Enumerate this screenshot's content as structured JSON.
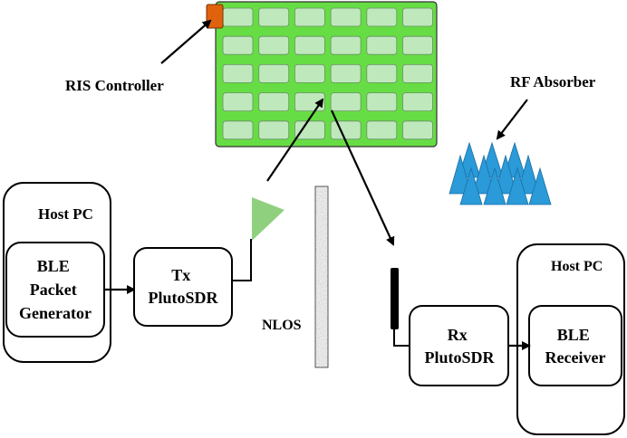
{
  "labels": {
    "ris_controller": "RIS Controller",
    "rf_absorber": "RF Absorber",
    "host_pc_left": "Host PC",
    "host_pc_right": "Host PC",
    "ble_packet_generator": [
      "BLE",
      "Packet",
      "Generator"
    ],
    "tx_plutosdr": [
      "Tx",
      "PlutoSDR"
    ],
    "nlos": "NLOS",
    "rx_plutosdr": [
      "Rx",
      "PlutoSDR"
    ],
    "ble_receiver": [
      "BLE",
      "Receiver"
    ]
  },
  "ris": {
    "rows": 5,
    "cols": 6
  },
  "colors": {
    "ris_panel": "#66dd44",
    "ris_cell": "#bfe8bd",
    "ris_controller": "#e0620c",
    "tx_antenna": "#8fd07f",
    "absorber": "#2a9ad8",
    "rx_antenna": "#000000",
    "lines": "#000000"
  }
}
